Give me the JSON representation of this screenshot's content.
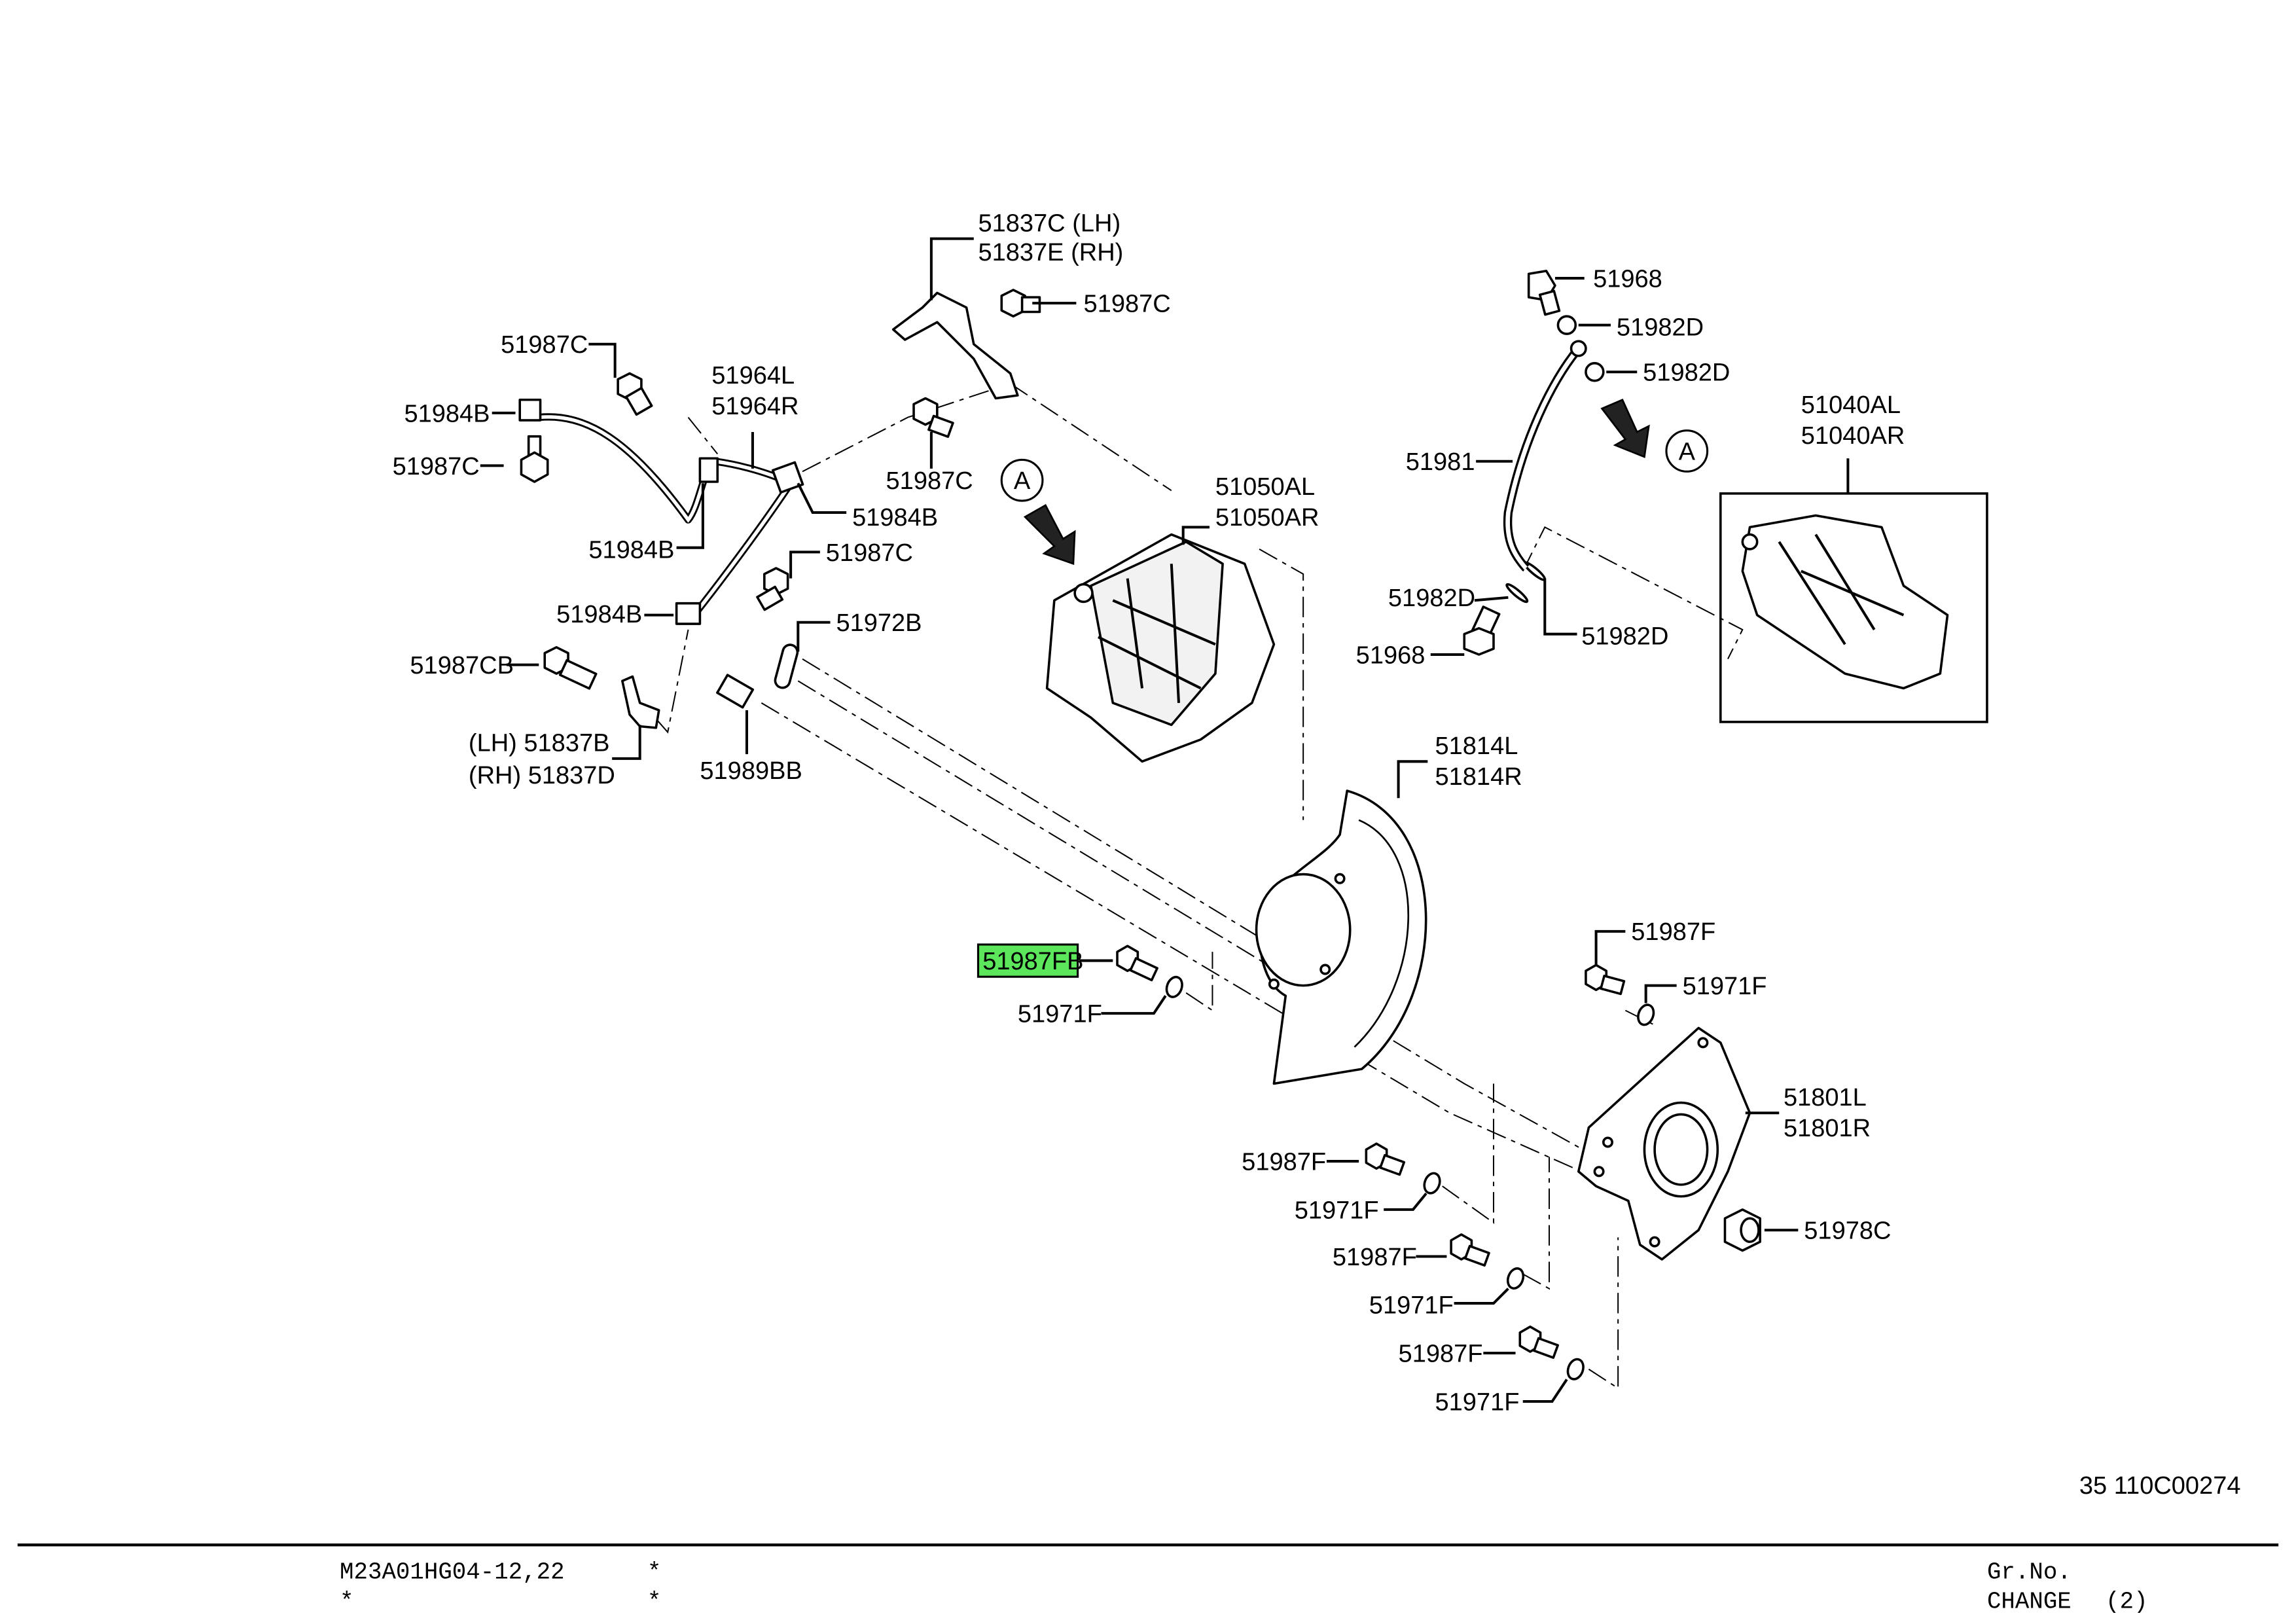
{
  "document": {
    "type": "parts catalog illustration",
    "illustration_id": "35 110C00274",
    "highlight_color": "#5ce65c"
  },
  "labels": {
    "bracket_top_lh": "51837C (LH)",
    "bracket_top_rh": "51837E (RH)",
    "bolt_top_right_of_bracket": "51987C",
    "bolt_upper_left": "51987C",
    "clip_left": "51984B",
    "bolt_left_hex": "51987C",
    "brake_tube_l": "51964L",
    "brake_tube_r": "51964R",
    "clip_center_right": "51984B",
    "clip_center_low": "51984B",
    "bolt_center": "51987C",
    "bolt_near_bracket": "51987C",
    "clip_lower": "51984B",
    "bracket_small": "51972B",
    "bolt_cb": "51987CB",
    "bracket_low_lh": "(LH) 51837B",
    "bracket_low_rh": "(RH) 51837D",
    "sleeve": "51989BB",
    "caliper_l": "51050AL",
    "caliper_r": "51050AR",
    "view_marker_a1": "A",
    "view_marker_a2": "A",
    "union_bolt_top": "51968",
    "gasket_top_1": "51982D",
    "gasket_top_2": "51982D",
    "hose": "51981",
    "gasket_low_1": "51982D",
    "gasket_low_2": "51982D",
    "union_bolt_low": "51968",
    "caliper_assy_l": "51040AL",
    "caliper_assy_r": "51040AR",
    "dust_cover_l": "51814L",
    "dust_cover_r": "51814R",
    "highlighted_bolt": "51987FB",
    "washer_hl": "51971F",
    "bolt_f1": "51987F",
    "washer_f1": "51971F",
    "bracket_l": "51801L",
    "bracket_r": "51801R",
    "bolt_f2": "51987F",
    "washer_f2": "51971F",
    "nut": "51978C",
    "bolt_f3": "51987F",
    "washer_f3": "51971F",
    "bolt_f4": "51987F",
    "washer_f4": "51971F"
  },
  "footer": {
    "code": "M23A01HG04-12,22",
    "star_1": "*",
    "star_2": "*",
    "star_3": "*",
    "gr_no": "Gr.No.",
    "change": "CHANGE",
    "change_count": "(2)"
  }
}
